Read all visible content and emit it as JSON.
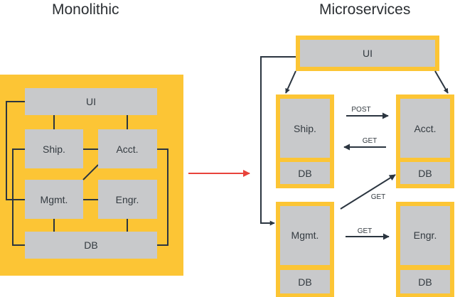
{
  "headings": {
    "left": "Monolithic",
    "right": "Microservices"
  },
  "monolithic": {
    "ui": "UI",
    "ship": "Ship.",
    "acct": "Acct.",
    "mgmt": "Mgmt.",
    "engr": "Engr.",
    "db": "DB"
  },
  "microservices": {
    "ui": "UI",
    "ship": "Ship.",
    "acct": "Acct.",
    "mgmt": "Mgmt.",
    "engr": "Engr.",
    "db": "DB",
    "labels": {
      "post": "POST",
      "get_acct_to_ship": "GET",
      "get_mgmt_to_acct": "GET",
      "get_mgmt_to_engr": "GET"
    }
  },
  "colors": {
    "container_yellow": "#fcc535",
    "box_gray": "#c8c9cb",
    "line_dark": "#2b3540",
    "transition_arrow": "#e8433b",
    "text": "#333a40"
  }
}
